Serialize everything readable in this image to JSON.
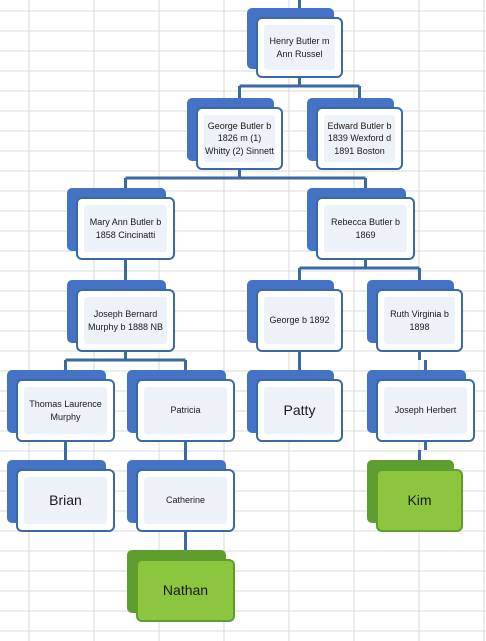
{
  "tree": {
    "nodes": [
      {
        "id": "henry",
        "label": "Henry Butler m Ann Russel",
        "color": "blue"
      },
      {
        "id": "george",
        "label": "George Butler b 1826 m (1) Whitty (2) Sinnett",
        "color": "blue"
      },
      {
        "id": "edward",
        "label": "Edward Butler b 1839 Wexford d 1891 Boston",
        "color": "blue"
      },
      {
        "id": "maryann",
        "label": "Mary Ann Butler b 1858 Cincinatti",
        "color": "blue"
      },
      {
        "id": "rebecca",
        "label": "Rebecca Butler b 1869",
        "color": "blue"
      },
      {
        "id": "joseph",
        "label": "Joseph Bernard Murphy b 1888 NB",
        "color": "blue"
      },
      {
        "id": "george2",
        "label": "George b 1892",
        "color": "blue"
      },
      {
        "id": "ruth",
        "label": "Ruth Virginia b 1898",
        "color": "blue"
      },
      {
        "id": "thomas",
        "label": "Thomas Laurence Murphy",
        "color": "blue"
      },
      {
        "id": "patricia",
        "label": "Patricia",
        "color": "blue"
      },
      {
        "id": "patty",
        "label": "Patty",
        "color": "blue"
      },
      {
        "id": "josephh",
        "label": "Joseph Herbert",
        "color": "blue"
      },
      {
        "id": "brian",
        "label": "Brian",
        "color": "blue"
      },
      {
        "id": "catherine",
        "label": "Catherine",
        "color": "blue"
      },
      {
        "id": "kim",
        "label": "Kim",
        "color": "green"
      },
      {
        "id": "nathan",
        "label": "Nathan",
        "color": "green"
      }
    ],
    "edges": [
      [
        "henry",
        "george"
      ],
      [
        "henry",
        "edward"
      ],
      [
        "george",
        "maryann"
      ],
      [
        "george",
        "rebecca"
      ],
      [
        "maryann",
        "joseph"
      ],
      [
        "rebecca",
        "george2"
      ],
      [
        "rebecca",
        "ruth"
      ],
      [
        "joseph",
        "thomas"
      ],
      [
        "joseph",
        "patricia"
      ],
      [
        "george2",
        "patty"
      ],
      [
        "ruth",
        "josephh"
      ],
      [
        "thomas",
        "brian"
      ],
      [
        "patricia",
        "catherine"
      ],
      [
        "josephh",
        "kim"
      ],
      [
        "catherine",
        "nathan"
      ]
    ]
  },
  "colors": {
    "node_back_blue": "#4472c4",
    "node_border": "#3b6aa3",
    "node_fill": "#edf1f8",
    "node_green": "#8cc63f",
    "connector": "#3b6aa3",
    "gridline": "#d9d9d9"
  }
}
